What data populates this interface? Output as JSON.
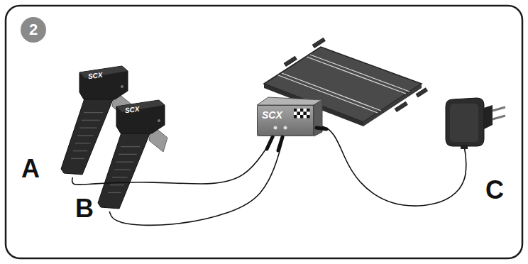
{
  "diagram": {
    "nodes": [
      {
        "text": [
          "2"
        ]
      },
      {
        "text": [
          "SCX"
        ]
      },
      {
        "text": [
          "SCX"
        ]
      },
      {
        "text": [
          "SCX"
        ]
      }
    ],
    "edges": [
      {
        "from": 1,
        "to": 3,
        "arrow": "none"
      },
      {
        "from": 2,
        "to": 3,
        "arrow": "none"
      }
    ],
    "labels": [
      "A",
      "B",
      "C"
    ]
  }
}
